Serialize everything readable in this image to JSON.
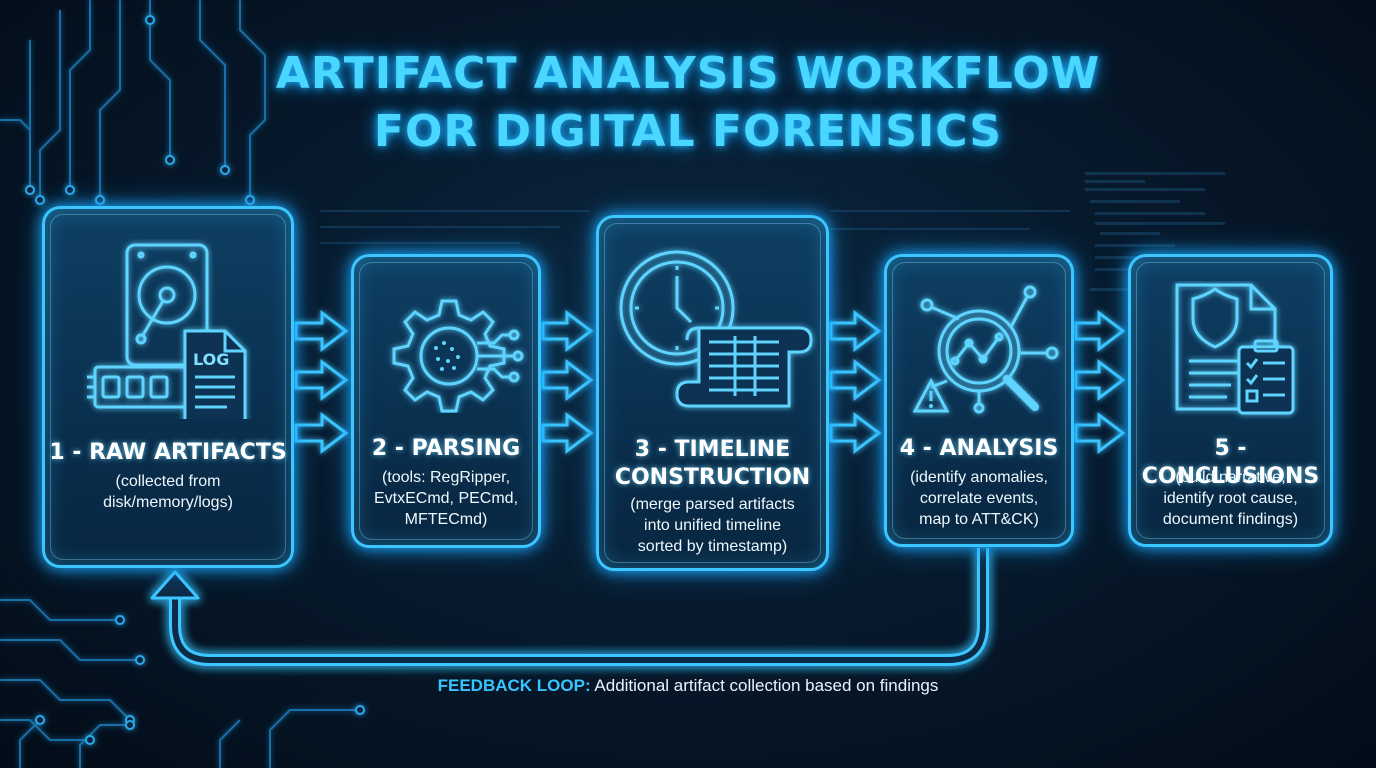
{
  "title": {
    "line1": "ARTIFACT ANALYSIS WORKFLOW",
    "line2": "FOR DIGITAL FORENSICS"
  },
  "steps": [
    {
      "title": "1 - RAW ARTIFACTS",
      "desc": [
        "(collected from",
        "disk/memory/logs)"
      ],
      "icon": "hard-drive-log-memory-icon",
      "icon_text": "LOG"
    },
    {
      "title": "2 - PARSING",
      "desc": [
        "(tools: RegRipper,",
        "EvtxECmd, PECmd,",
        "MFTECmd)"
      ],
      "icon": "gear-circuit-icon"
    },
    {
      "title": "3 - TIMELINE",
      "title2": "CONSTRUCTION",
      "desc": [
        "(merge parsed artifacts",
        "into unified timeline",
        "sorted by timestamp)"
      ],
      "icon": "clock-scroll-icon"
    },
    {
      "title": "4 - ANALYSIS",
      "desc": [
        "(identify anomalies,",
        "correlate events,",
        "map to ATT&CK)"
      ],
      "icon": "magnifier-graph-warning-icon"
    },
    {
      "title": "5 - CONCLUSIONS",
      "desc": [
        "(build narrative,",
        "identify root cause,",
        "document findings)"
      ],
      "icon": "shield-document-checklist-icon"
    }
  ],
  "feedback": {
    "label": "FEEDBACK LOOP:",
    "text": " Additional artifact collection based on findings"
  },
  "colors": {
    "accent": "#3cc6ff",
    "title": "#49d6ff",
    "background": "#071a2d"
  }
}
